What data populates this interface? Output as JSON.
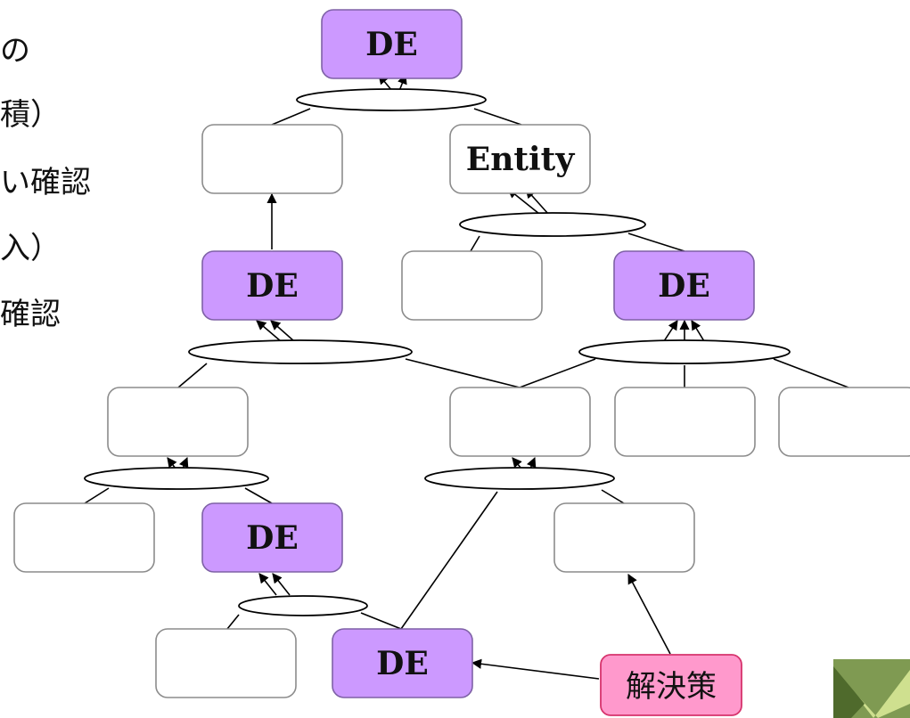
{
  "left_text": {
    "line1": "の",
    "line2": "積）",
    "line3": "い確認",
    "line4": "入）",
    "line5": "確認"
  },
  "nodes": {
    "de_top": "DE",
    "entity": "Entity",
    "de_mid_left": "DE",
    "de_mid_right": "DE",
    "de_lower_left": "DE",
    "de_bottom": "DE",
    "solution": "解決策"
  },
  "colors": {
    "de_fill": "#cc99ff",
    "de_stroke": "#7e61a6",
    "solution_fill": "#ff99cc",
    "solution_stroke": "#d6336c",
    "empty_stroke": "#8c8c8c"
  }
}
